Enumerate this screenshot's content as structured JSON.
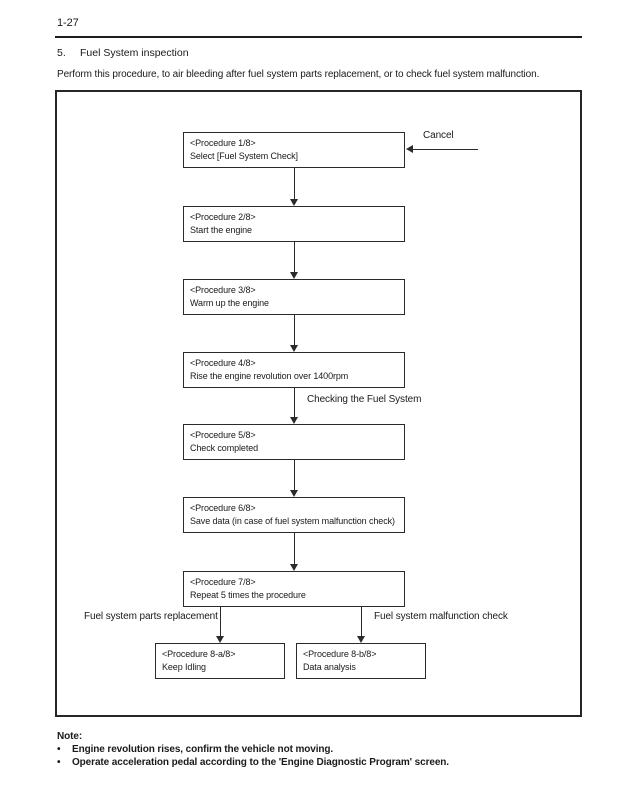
{
  "header": {
    "page_number": "1-27"
  },
  "section": {
    "number": "5.",
    "title": "Fuel System inspection",
    "intro": "Perform this procedure, to air bleeding after fuel system parts replacement, or to check fuel system malfunction."
  },
  "flowchart": {
    "cancel_label": "Cancel",
    "checking_label": "Checking the Fuel System",
    "branch_left_label": "Fuel system parts replacement",
    "branch_right_label": "Fuel system malfunction check",
    "steps": [
      {
        "title": "<Procedure 1/8>",
        "desc": "Select [Fuel System Check]"
      },
      {
        "title": "<Procedure 2/8>",
        "desc": "Start the engine"
      },
      {
        "title": "<Procedure 3/8>",
        "desc": "Warm up the engine"
      },
      {
        "title": "<Procedure 4/8>",
        "desc": "Rise the engine revolution over 1400rpm"
      },
      {
        "title": "<Procedure 5/8>",
        "desc": "Check completed"
      },
      {
        "title": "<Procedure 6/8>",
        "desc": "Save data (in case of fuel system malfunction check)"
      },
      {
        "title": "<Procedure 7/8>",
        "desc": "Repeat 5 times the procedure"
      },
      {
        "title": "<Procedure 8-a/8>",
        "desc": "Keep Idling"
      },
      {
        "title": "<Procedure 8-b/8>",
        "desc": "Data analysis"
      }
    ]
  },
  "note": {
    "heading": "Note:",
    "bullet_char": "•",
    "items": [
      "Engine revolution rises, confirm the vehicle not moving.",
      "Operate acceleration pedal according to the 'Engine Diagnostic Program' screen."
    ]
  },
  "colors": {
    "ink": "#1a1a1a",
    "paper": "#ffffff"
  }
}
